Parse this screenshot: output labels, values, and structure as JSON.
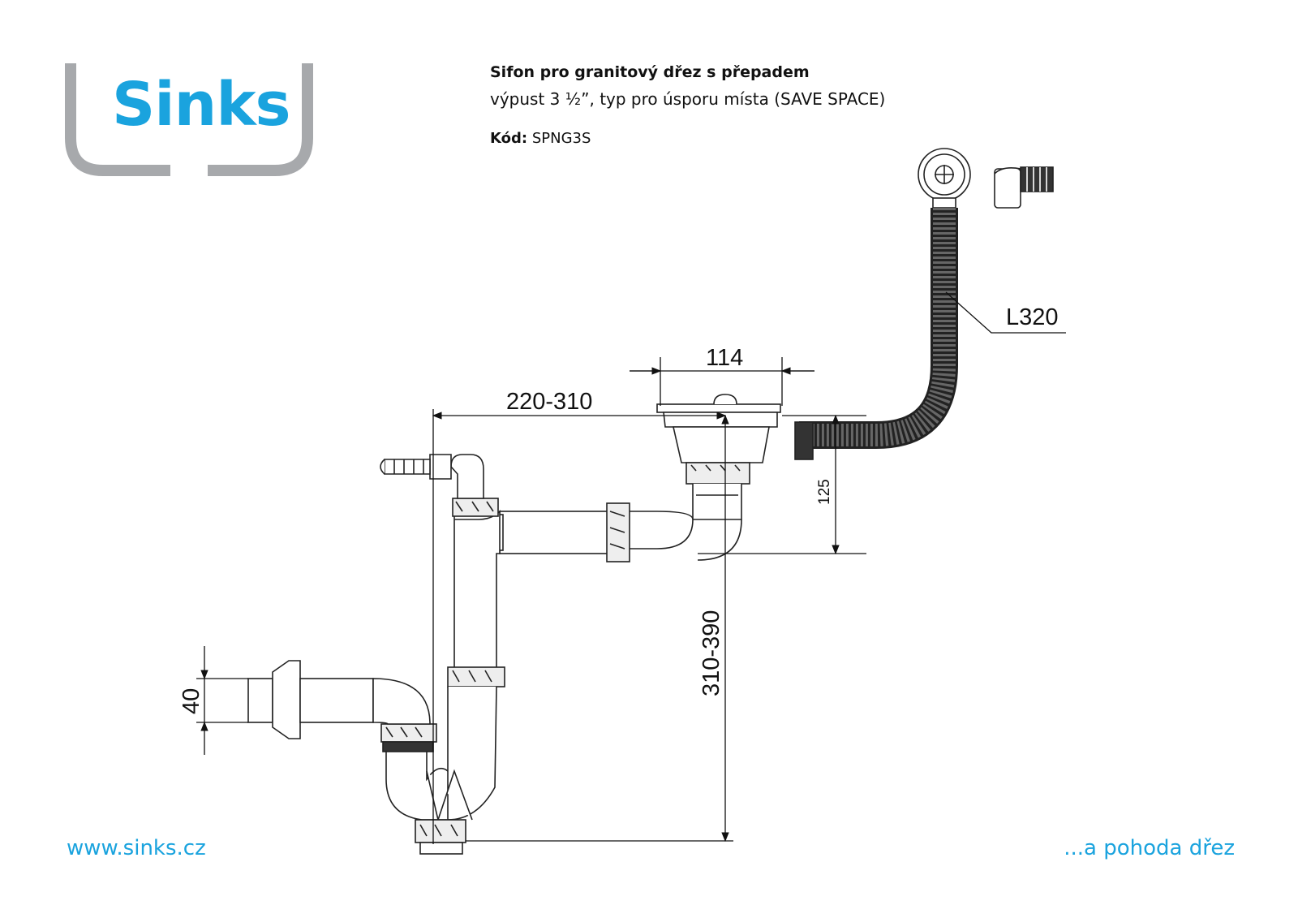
{
  "brand": {
    "logo_text": "Sinks",
    "color": "#1aa3de",
    "frame_color": "#a7a9ac"
  },
  "header": {
    "title": "Sifon pro granitový dřez s přepadem",
    "subtitle": "výpust 3 ½”, typ pro úsporu místa (SAVE SPACE)",
    "code_label": "Kód:",
    "code_value": "SPNG3S"
  },
  "dimensions": {
    "hose_length": "L320",
    "strainer_width": "114",
    "horizontal_reach": "220-310",
    "drain_height": "125",
    "total_height": "310-390",
    "outlet_diameter": "40"
  },
  "footer": {
    "url": "www.sinks.cz",
    "slogan": "...a pohoda dřez"
  }
}
